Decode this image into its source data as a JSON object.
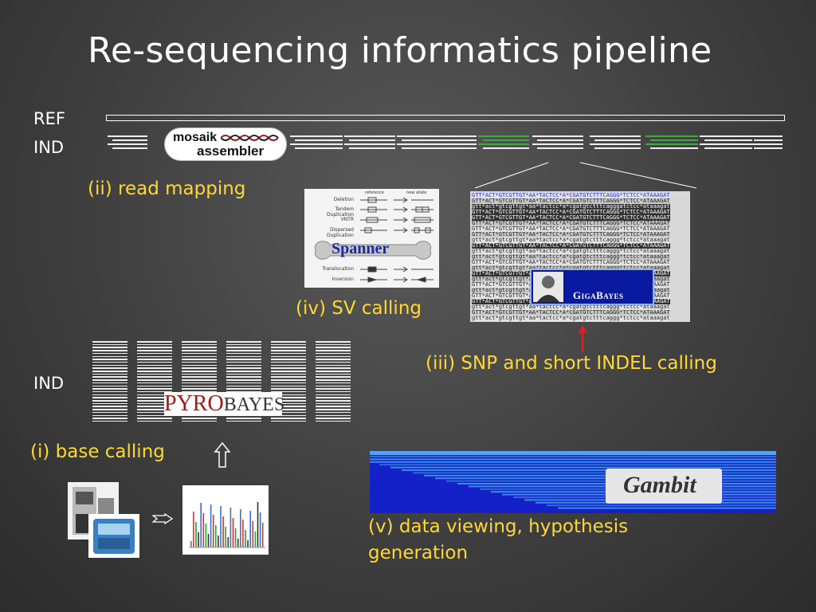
{
  "slide": {
    "title": "Re-sequencing informatics pipeline"
  },
  "labels": {
    "ref": "REF",
    "ind_top": "IND",
    "ind_bottom": "IND"
  },
  "steps": {
    "read_mapping": "(ii) read mapping",
    "sv_calling": "(iv) SV calling",
    "snp_calling": "(iii) SNP and short INDEL calling",
    "base_calling": "(i) base calling",
    "data_viewing_line1": "(v) data viewing, hypothesis",
    "data_viewing_line2": "generation"
  },
  "logos": {
    "mosaik_line1": "mosaik",
    "mosaik_line2": "assembler",
    "spanner": "Spanner",
    "gigabayes": "GigaBayes",
    "pyrobayes_a": "PYRO",
    "pyrobayes_b": "BAYES",
    "gambit": "Gambit"
  },
  "spanner_figure": {
    "header_reference": "reference",
    "header_new_allele": "new allele",
    "rows": [
      "Deletion",
      "Tandem Duplication",
      "VNTR",
      "Dispersed Duplication",
      "Translocation",
      "Inversion"
    ]
  },
  "gigabayes_alignment": {
    "rows": [
      "GTT*ACT*GTCGTTGT*AA*TACTCC*A*CGATGTCTTTCAGGG*TCTCC*ATAAAGAT",
      "GTT*ACT*GTCGTTGT*AA*TACTCC*A*CGATGTCTTTCAGGG*TCTCC*ATAAAGAT",
      "gtt*act*gtcgttgt*aa*tactcc*a*cgatgtctttcagggatctcc*ataaagat",
      "GTT*ACT*GTCGTTGT*AA*TACTCC*A*CGATGTCTTTCAGGG*TCTCC*ATAAAGAT",
      "GTT*ACT*GTCGTTGT*AA*TACTCC*A*CGATGTCTTTCAGGG*TCTCC*ATAAAGAT",
      "GTT*ACT*GTCGTTGT*AA*TACTCC*A*CGATGTCTTTCAGGG*TCTCC*ATAAAGAT",
      "GTT*ACT*GTCGTTGT*AA*TACTCC*A*CGATGTCTTTCAGGG*TCTCC*ATAAAGAT",
      "GTT*ACT*GTCGTTGT*AA*TACTCC*A*CGATGTCTTTCAGGG*TCTCC*ATAAAGAT",
      "gtt*act*gtcgttgt*aa*tactcc*a*cgatgtctttcaggg*tctcc*ataaagat",
      "GTT*ACT*GTCGTTGT*AA*TACTCC*A*CGATGTCTTTCAGGG*TCTCC*ATAAAGAT",
      "gtt*act*gtcgttgt*aa*tactcc*a*cgatgtctttcaggg*tctcc*ataaagat",
      "gtt*act*gtcgttgt*aa*tactcc*a*cgatgtctttcaggg*tctcc*ataaagat",
      "GTT*ACT*GTCGTTGT*AA*TACTCC*A*CGATGTCTTTCAGGG*TCTCC*ATAAAGAT",
      "gtt*act*gtcgttgt*aa*tactcc*a*cgatgtctttcaggg*tctcc*ataaagat",
      "GTT*ACT*GTCGTTGT*AA*TACTCC*A*CGATGTCTTTCAGGG*TCTCC*ATAAAGAT",
      "gtt*act*gtcgttgt*aa*tactcc*a*cgatgtctttcaggg*tctcc*ataaagat",
      "GTT*ACT*GTCGTTGT*AA*TACTCC*A*CGATGTCTTTCAGGG*TCTCC*ATAAAGAT",
      "gtt*act*gtcgttgt*aa*tactcc*a*cgatgtctttcaggg*tctcc*ataaagat",
      "GTT*ACT*GTCGTTGT*AA*TACTCC*A*CGATGTCTTTCAGGG*TCTCC*ATAAAGAT",
      "GTT*ACT*GTCGTTGT*AA*TACTCC*A*CGATGTCTTTCAGGG*TCTCC*ATAAAGAT",
      "gtt*act*gtcgttgt*aa*tactcc*a*cgatgtctttcaggg*tctcc*ataaagat",
      "GTT*ACT*GTCGTTGT*AA*TACTCC*A*CGATGTCTTTCAGGG*TCTCC*ATAAAGAT",
      "gtt*act*gtcgttgt*aa*tactcc*a*cgatgtctttcaggg*tctcc*ataaagat"
    ]
  },
  "colors": {
    "title": "#ffffff",
    "step_label": "#ffd833",
    "read": "#eeeeee",
    "read_highlight": "#3faa3f",
    "arrow_red": "#e02020",
    "gambit_bg": "#1420c8",
    "gigabayes_bg": "#0a1aa0"
  },
  "icons": {
    "upload_arrow": "up-arrow-outline-icon",
    "right_arrow": "right-arrow-outline-icon",
    "red_arrow": "red-up-arrow-icon"
  }
}
